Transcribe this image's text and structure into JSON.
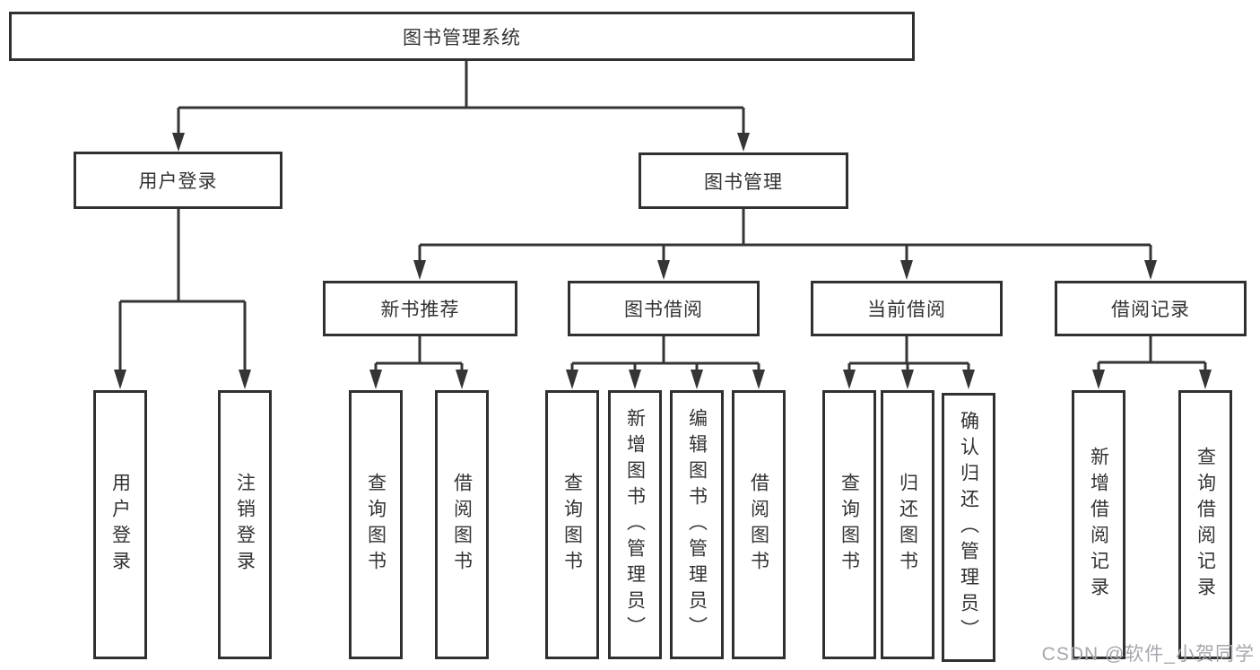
{
  "diagram": {
    "root_label": "图书管理系统",
    "user_login": {
      "label": "用户登录",
      "children": [
        "用户登录",
        "注销登录"
      ]
    },
    "book_management": {
      "label": "图书管理",
      "groups": [
        {
          "label": "新书推荐",
          "children": [
            "查询图书",
            "借阅图书"
          ]
        },
        {
          "label": "图书借阅",
          "children": [
            "查询图书",
            "新增图书（管理员）",
            "编辑图书（管理员）",
            "借阅图书"
          ]
        },
        {
          "label": "当前借阅",
          "children": [
            "查询图书",
            "归还图书",
            "确认归还（管理员）"
          ]
        },
        {
          "label": "借阅记录",
          "children": [
            "新增借阅记录",
            "查询借阅记录"
          ]
        }
      ]
    }
  },
  "watermark": "CSDN @软件_小贺同学",
  "colors": {
    "line": "#353535",
    "box_border": "#303030",
    "text": "#333333",
    "background": "#ffffff",
    "watermark": "#a6a6ae"
  }
}
